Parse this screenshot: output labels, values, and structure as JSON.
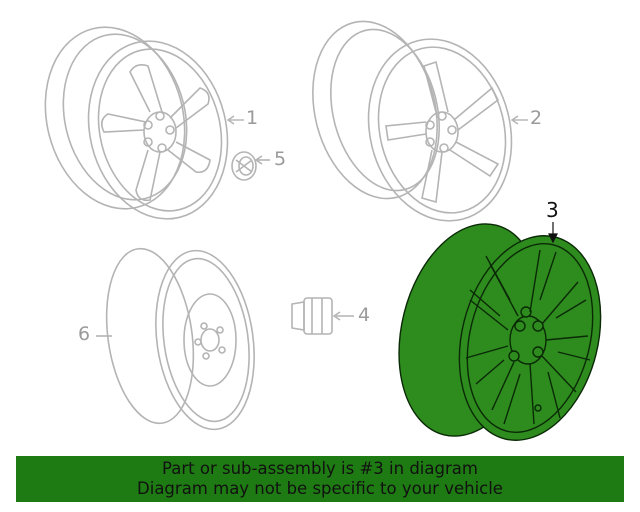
{
  "diagram": {
    "parts": [
      {
        "number": "1",
        "name": "wheel-alloy-1",
        "highlighted": false
      },
      {
        "number": "2",
        "name": "wheel-alloy-2",
        "highlighted": false
      },
      {
        "number": "3",
        "name": "wheel-alloy-3",
        "highlighted": true
      },
      {
        "number": "4",
        "name": "lug-nut",
        "highlighted": false
      },
      {
        "number": "5",
        "name": "center-cap",
        "highlighted": false
      },
      {
        "number": "6",
        "name": "spare-wheel",
        "highlighted": false
      }
    ],
    "colors": {
      "line": "#b4b4b4",
      "highlight_fill": "#2e8b1e",
      "highlight_line": "#0a2a06",
      "banner": "#1e7a12"
    }
  },
  "banner": {
    "line1": "Part or sub-assembly is #3 in diagram",
    "line2": "Diagram may not be specific to your vehicle"
  }
}
